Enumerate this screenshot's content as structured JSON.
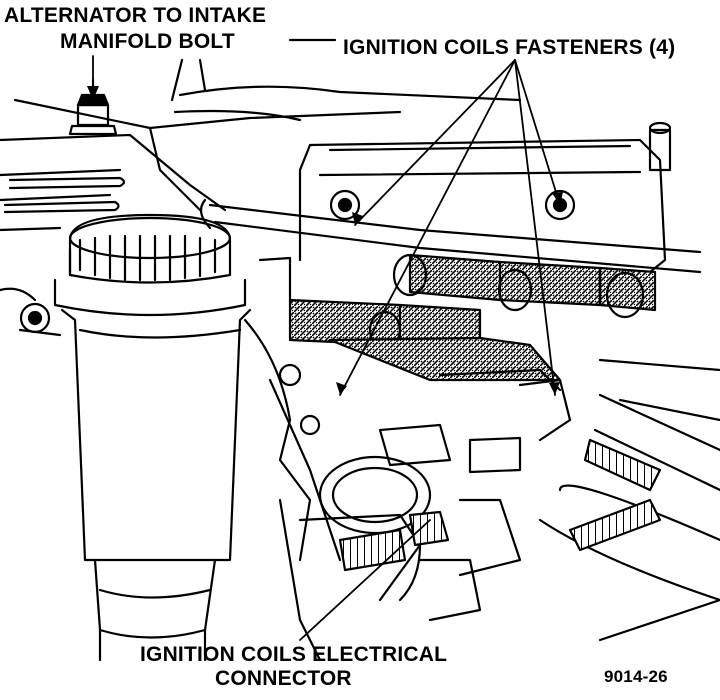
{
  "labels": {
    "alternator_bolt_line1": "ALTERNATOR TO INTAKE",
    "alternator_bolt_line2": "MANIFOLD BOLT",
    "ignition_coils_fasteners": "IGNITION COILS FASTENERS (4)",
    "electrical_connector_line1": "IGNITION COILS ELECTRICAL",
    "electrical_connector_line2": "CONNECTOR"
  },
  "figure_code": "9014-26",
  "colors": {
    "ink": "#000000",
    "paper": "#ffffff"
  }
}
